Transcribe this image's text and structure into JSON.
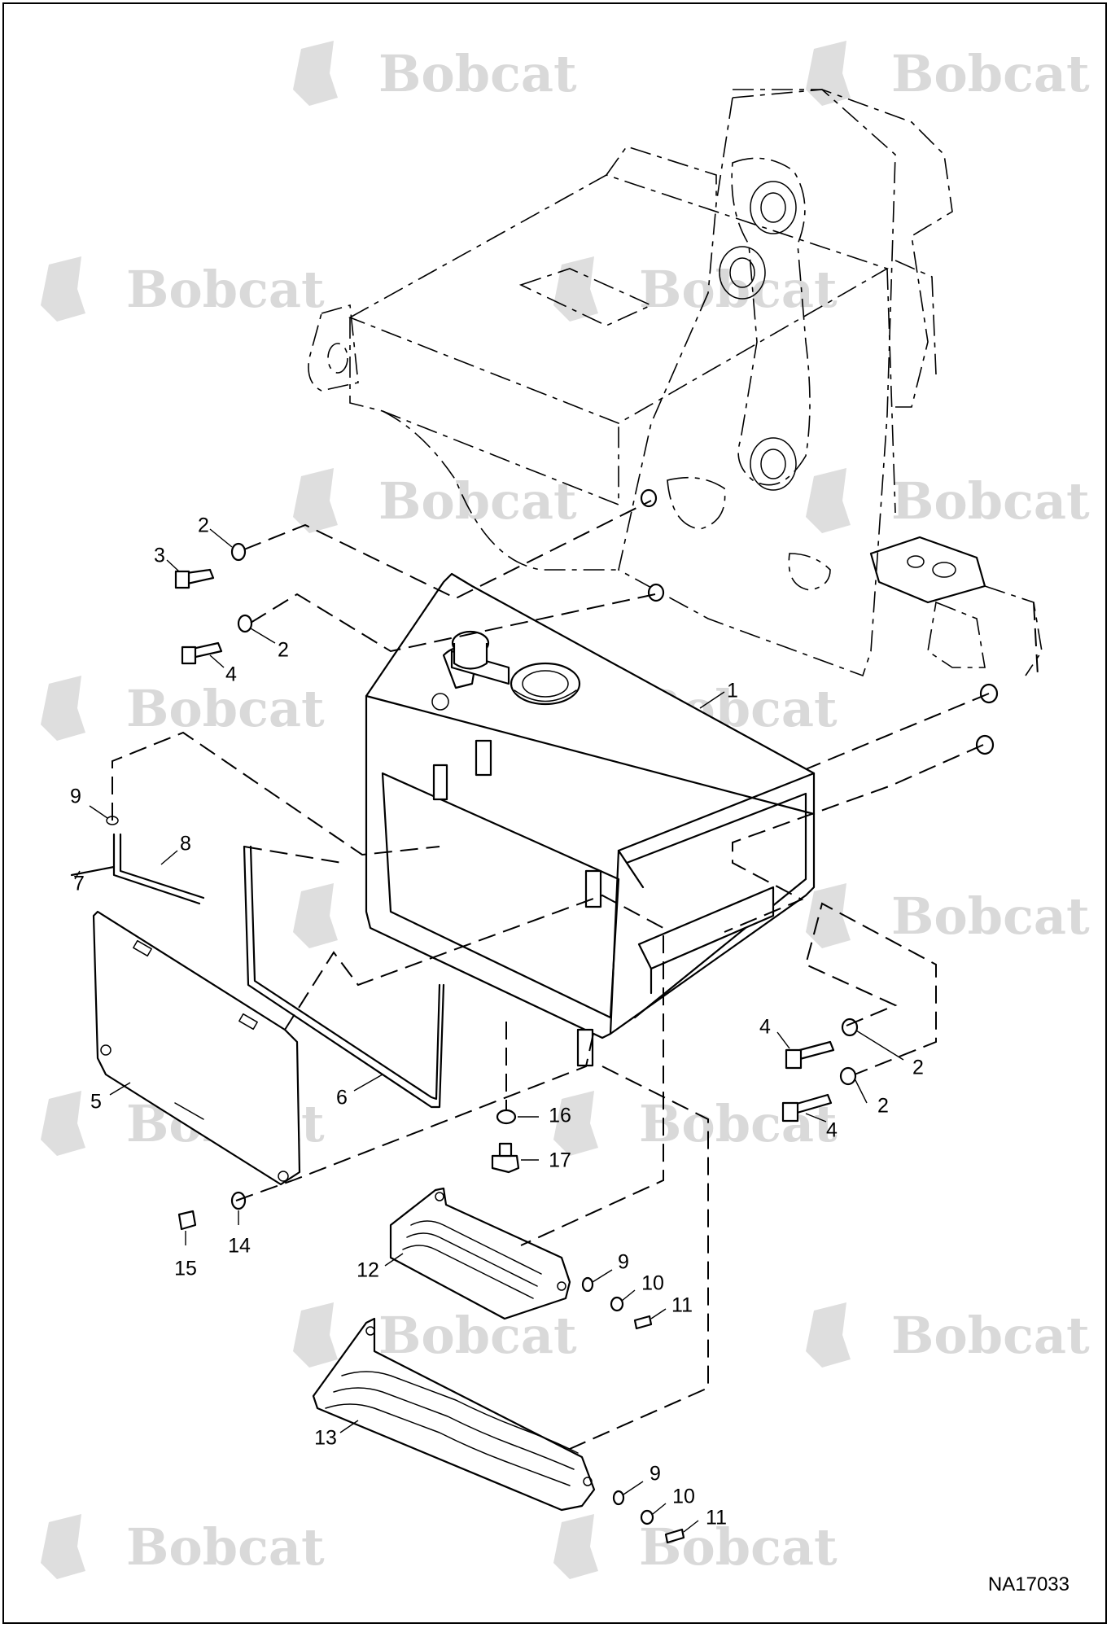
{
  "diagram": {
    "figure_id": "NA17033",
    "watermark_text": "Bobcat",
    "callouts": [
      {
        "id": "c1",
        "text": "1"
      },
      {
        "id": "c2a",
        "text": "2"
      },
      {
        "id": "c2b",
        "text": "2"
      },
      {
        "id": "c2c",
        "text": "2"
      },
      {
        "id": "c2d",
        "text": "2"
      },
      {
        "id": "c3",
        "text": "3"
      },
      {
        "id": "c4a",
        "text": "4"
      },
      {
        "id": "c4b",
        "text": "4"
      },
      {
        "id": "c4c",
        "text": "4"
      },
      {
        "id": "c5",
        "text": "5"
      },
      {
        "id": "c6",
        "text": "6"
      },
      {
        "id": "c7",
        "text": "7"
      },
      {
        "id": "c8",
        "text": "8"
      },
      {
        "id": "c9a",
        "text": "9"
      },
      {
        "id": "c9b",
        "text": "9"
      },
      {
        "id": "c9c",
        "text": "9"
      },
      {
        "id": "c10a",
        "text": "10"
      },
      {
        "id": "c10b",
        "text": "10"
      },
      {
        "id": "c11a",
        "text": "11"
      },
      {
        "id": "c11b",
        "text": "11"
      },
      {
        "id": "c12",
        "text": "12"
      },
      {
        "id": "c13",
        "text": "13"
      },
      {
        "id": "c14",
        "text": "14"
      },
      {
        "id": "c15",
        "text": "15"
      },
      {
        "id": "c16",
        "text": "16"
      },
      {
        "id": "c17",
        "text": "17"
      }
    ]
  }
}
